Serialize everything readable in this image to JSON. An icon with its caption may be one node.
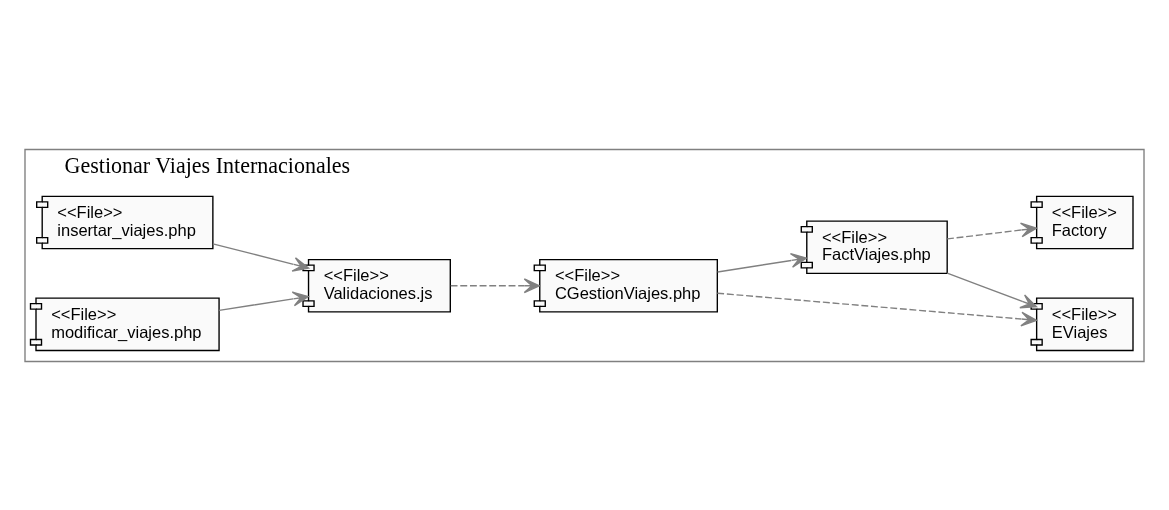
{
  "diagram": {
    "nodes": [
      {
        "text": [
          "Gestionar Viajes Internacionales"
        ]
      },
      {
        "text": [
          "<<File>>",
          "insertar_viajes.php"
        ],
        "in": 0
      },
      {
        "text": [
          "<<File>>",
          "modificar_viajes.php"
        ],
        "in": 0
      },
      {
        "text": [
          "<<File>>",
          "Validaciones.js"
        ],
        "in": 0
      },
      {
        "text": [
          "<<File>>",
          "CGestionViajes.php"
        ],
        "in": 0
      },
      {
        "text": [
          "<<File>>",
          "EViajes"
        ],
        "in": 0
      },
      {
        "text": [
          "<<File>>",
          "Factory"
        ],
        "in": 0
      },
      {
        "text": [
          "<<File>>",
          "FactViajes.php"
        ],
        "in": 0
      }
    ],
    "edges": [
      {
        "from": 1,
        "to": 3,
        "arrow": "to"
      },
      {
        "from": 2,
        "to": 3,
        "arrow": "to"
      },
      {
        "from": 3,
        "to": 4,
        "arrow": "to",
        "style": "dashed"
      },
      {
        "from": 4,
        "to": 5,
        "arrow": "to",
        "style": "dashed"
      },
      {
        "from": 4,
        "to": 7,
        "arrow": "to"
      },
      {
        "from": 7,
        "to": 6,
        "arrow": "to",
        "style": "dashed"
      },
      {
        "from": 7,
        "to": 5,
        "arrow": "to"
      }
    ]
  }
}
